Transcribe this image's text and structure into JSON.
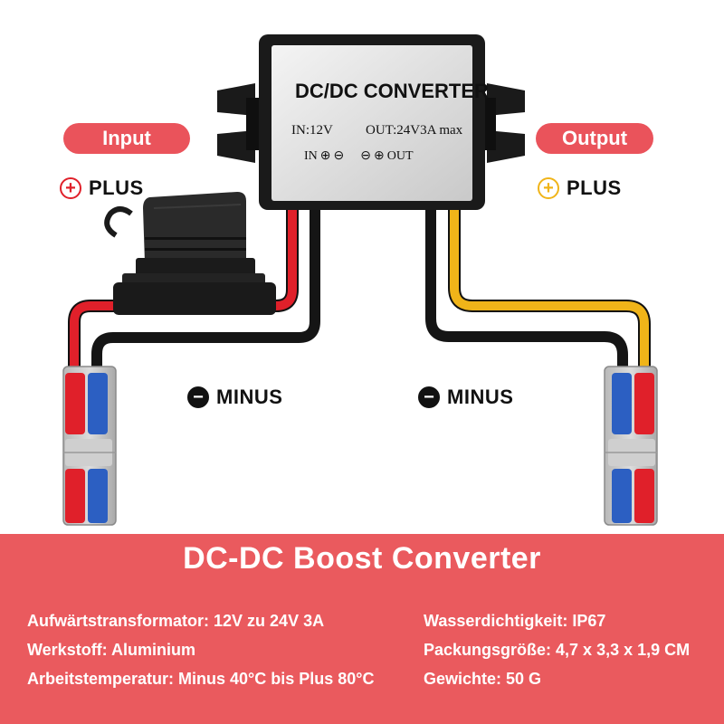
{
  "converter": {
    "title": "DC/DC CONVERTER",
    "input_spec": "IN:12V",
    "output_spec": "OUT:24V3A max",
    "in_label": "IN",
    "out_label": "OUT"
  },
  "input_side": {
    "pill": "Input",
    "plus_label": "PLUS",
    "minus_label": "MINUS"
  },
  "output_side": {
    "pill": "Output",
    "plus_label": "PLUS",
    "minus_label": "MINUS"
  },
  "banner": {
    "title": "DC-DC Boost Converter",
    "specs_left": [
      "Aufwärtstransformator: 12V zu 24V 3A",
      "Werkstoff: Aluminium",
      "Arbeitstemperatur: Minus 40°C bis Plus 80°C"
    ],
    "specs_right": [
      "Wasserdichtigkeit: IP67",
      "Packungsgröße: 4,7 x 3,3 x 1,9 CM",
      "Gewichte: 50 G"
    ]
  },
  "colors": {
    "accent_red": "#ea535b",
    "banner_bg": "#ea5a5e",
    "wire_red": "#e0202a",
    "wire_yellow": "#f0b419",
    "wire_black": "#151515",
    "connector_blue": "#2c5fc2"
  }
}
